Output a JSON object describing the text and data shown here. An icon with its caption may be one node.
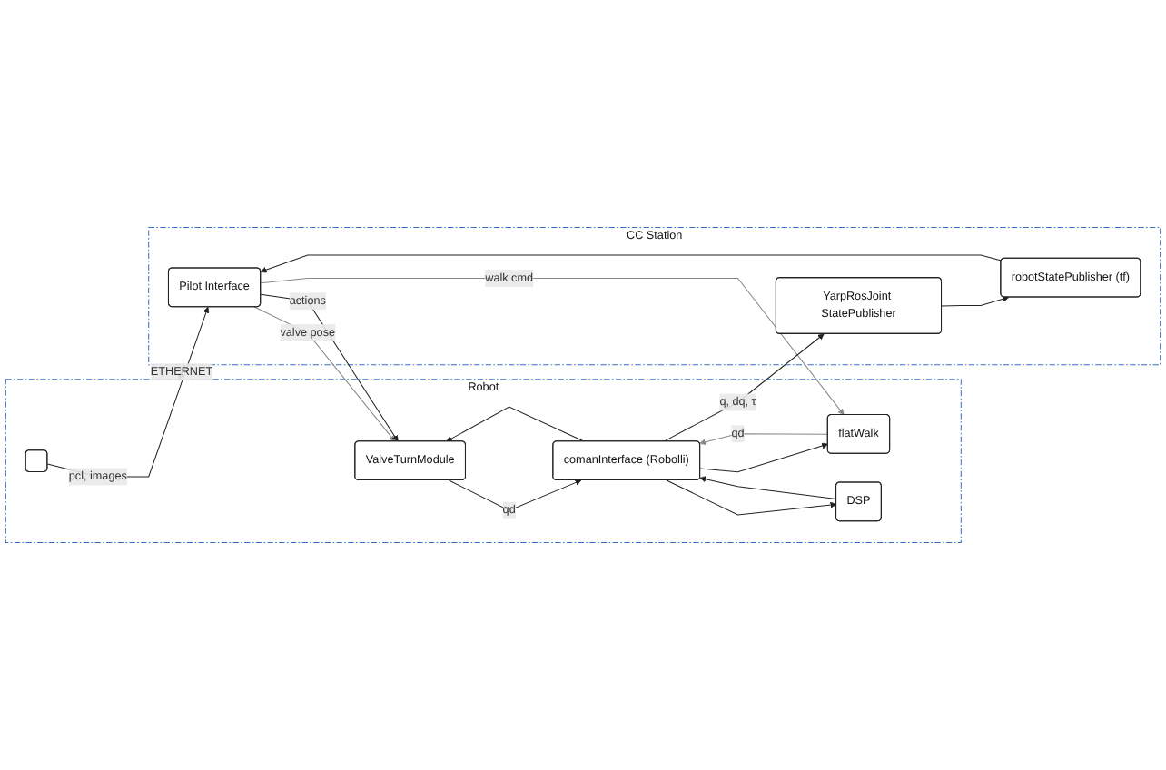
{
  "diagram": {
    "nodes": [
      {
        "text": [
          "CC Station"
        ]
      },
      {
        "text": [
          "Robot"
        ]
      },
      {
        "text": [
          "Pilot Interface"
        ],
        "in": 0
      },
      {
        "text": [
          "robotStatePublisher (tf)"
        ],
        "in": 0
      },
      {
        "text": [
          "YarpRosJoint StatePublisher"
        ],
        "in": 0
      },
      {
        "text": [],
        "shape": "box",
        "in": 1
      },
      {
        "text": [
          "flatWalk"
        ],
        "in": 1
      },
      {
        "text": [
          "ValveTurnModule"
        ],
        "in": 1
      },
      {
        "text": [
          "comanInterface (Robolli)"
        ],
        "in": 1
      },
      {
        "text": [
          "DSP"
        ],
        "in": 1
      }
    ],
    "edges": [
      {
        "from": 5,
        "to": 2,
        "arrow": "to",
        "label": "pcl, images"
      },
      {
        "from": 2,
        "to": 7,
        "arrow": "to",
        "label": "valve pose",
        "color": "#888888"
      },
      {
        "from": 2,
        "to": 6,
        "arrow": "to",
        "label": "walk cmd",
        "color": "#888888"
      },
      {
        "from": 2,
        "to": 7,
        "arrow": "to",
        "label": "actions"
      },
      {
        "from": 6,
        "to": 8,
        "arrow": "to",
        "label": "qd",
        "color": "#888888"
      },
      {
        "from": 7,
        "to": 8,
        "arrow": "to",
        "label": "qd"
      },
      {
        "from": 8,
        "to": 4,
        "arrow": "to",
        "label": "q, dq, τ"
      },
      {
        "from": 8,
        "to": 7,
        "arrow": "to"
      },
      {
        "from": 8,
        "to": 6,
        "arrow": "to"
      },
      {
        "from": 4,
        "to": 3,
        "arrow": "to"
      },
      {
        "from": 3,
        "to": 2,
        "arrow": "to"
      },
      {
        "from": 9,
        "to": 8,
        "arrow": "to"
      },
      {
        "from": 8,
        "to": 9,
        "arrow": "to"
      },
      {
        "from": 0,
        "to": 1,
        "arrow": "both",
        "label": "ETHERNET"
      }
    ]
  }
}
